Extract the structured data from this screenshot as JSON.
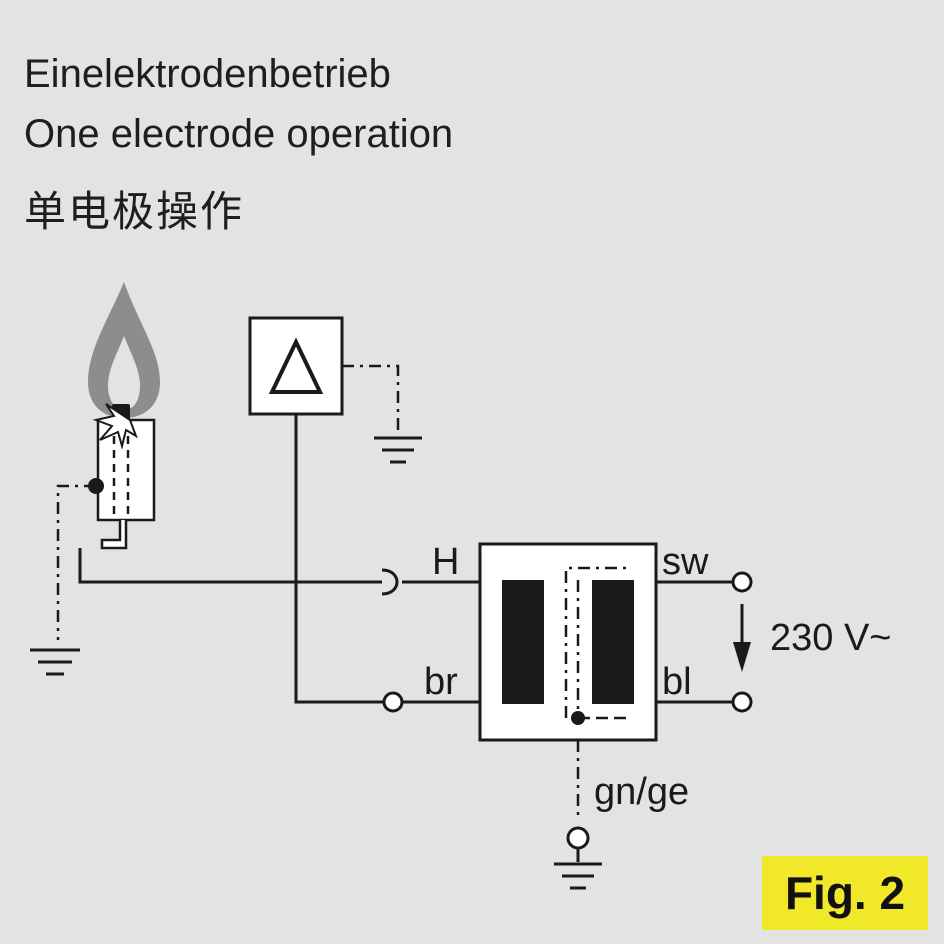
{
  "title": {
    "german": "Einelektrodenbetrieb",
    "english": "One electrode operation",
    "chinese": "单电极操作"
  },
  "labels": {
    "H": "H",
    "sw": "sw",
    "br": "br",
    "bl": "bl",
    "voltage": "230 V~",
    "gnge": "gn/ge"
  },
  "figure": "Fig. 2",
  "colors": {
    "background": "#e3e3e3",
    "line": "#1a1a1a",
    "flame": "#8a8a8a",
    "badge": "#f2e82a"
  }
}
